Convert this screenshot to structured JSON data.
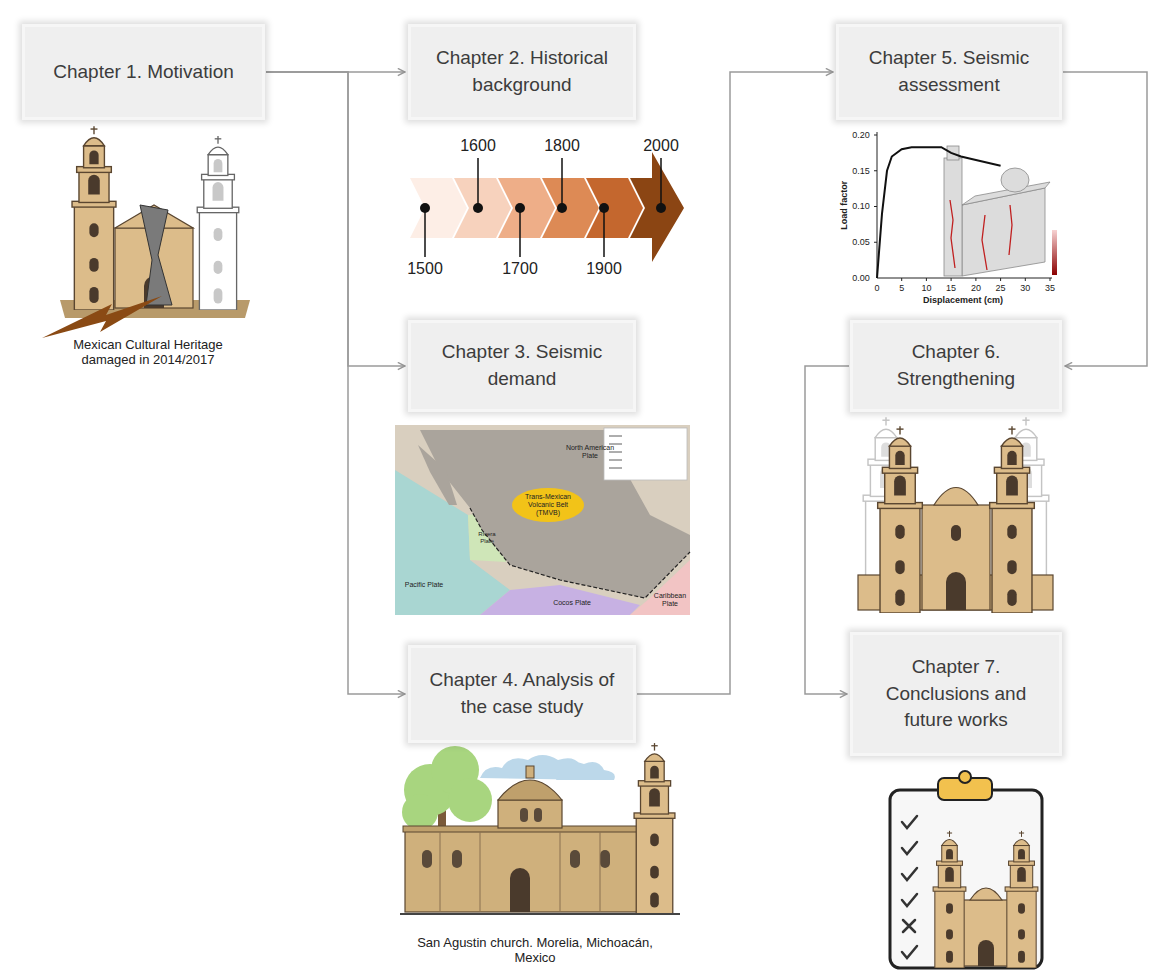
{
  "diagram": {
    "nodes": [
      {
        "text": [
          "Chapter 1. Motivation"
        ]
      },
      {
        "text": [
          "Chapter 2. Historical background"
        ]
      },
      {
        "text": [
          "Chapter 3. Seismic demand"
        ]
      },
      {
        "text": [
          "Chapter 4. Analysis of the case study"
        ]
      },
      {
        "text": [
          "Chapter 5. Seismic assessment"
        ]
      },
      {
        "text": [
          "Chapter 6. Strengthening"
        ]
      },
      {
        "text": [
          "Chapter 7. Conclusions and future works"
        ]
      }
    ],
    "edges": [
      {
        "from": 0,
        "to": 1,
        "arrow": "to"
      },
      {
        "from": 0,
        "to": 2,
        "arrow": "to"
      },
      {
        "from": 0,
        "to": 3,
        "arrow": "to"
      },
      {
        "from": 3,
        "to": 4,
        "arrow": "to"
      },
      {
        "from": 4,
        "to": 5,
        "arrow": "to"
      },
      {
        "from": 5,
        "to": 6,
        "arrow": "to"
      }
    ],
    "labels": [
      "Mexican Cultural Heritage damaged in 2014/2017",
      "1600",
      "1800",
      "2000",
      "1500",
      "1700",
      "1900",
      "Pacific Plate",
      "North American Plate",
      "Rivera Plate",
      "Cocos Plate",
      "Caribbean Plate",
      "Trans-Mexican Volcanic Belt (TMVB)",
      "0.20",
      "0.15",
      "0.10",
      "0.05",
      "0.00",
      "0",
      "5",
      "10",
      "15",
      "20",
      "25",
      "30",
      "35",
      "Load factor",
      "Displacement (cm)",
      "San Agustin church. Morelia, Michoacán, Mexico"
    ]
  }
}
